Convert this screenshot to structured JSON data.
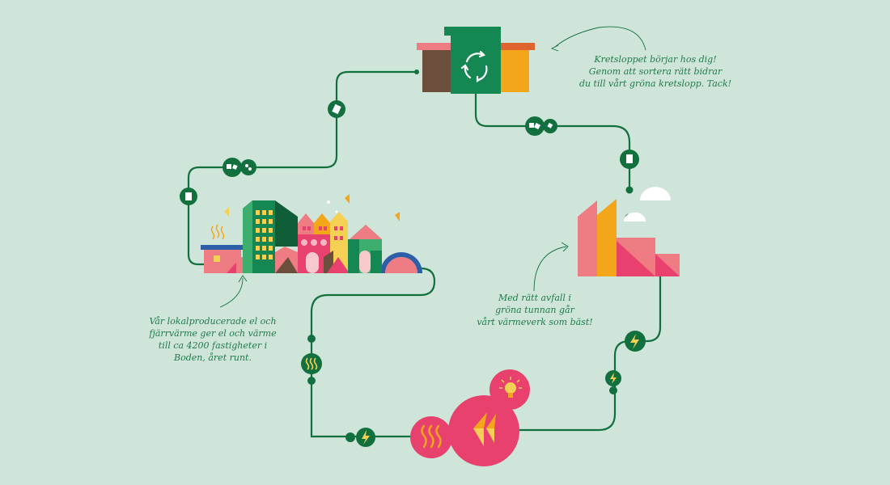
{
  "annotations": {
    "bins": "Kretsloppet börjar hos dig!\nGenom att sortera rätt bidrar\ndu till vårt gröna kretslopp. Tack!",
    "factory": "Med rätt avfall i\ngröna tunnan går\nvårt värmeverk som bäst!",
    "town": "Vår lokalproducerade el och\nfjärrvärme ger el och värme\ntill ca 4200 fastigheter i\nBoden, året runt."
  },
  "nodes": [
    {
      "name": "waste-bins",
      "icon": "recycle-icon"
    },
    {
      "name": "heat-plant",
      "icon": "factory-icon"
    },
    {
      "name": "energy-output",
      "icon": "lightning-icon"
    },
    {
      "name": "town",
      "icon": "buildings-icon"
    }
  ],
  "colors": {
    "background": "#cfe5da",
    "path": "#12703f",
    "pink": "#e8416e",
    "coral": "#ef7c82",
    "orange": "#f3a61a",
    "yellow": "#f6cf55",
    "dark_green": "#148753",
    "light_green": "#3eae6f",
    "brown": "#6b4f3c",
    "blue": "#2d5ea8"
  }
}
